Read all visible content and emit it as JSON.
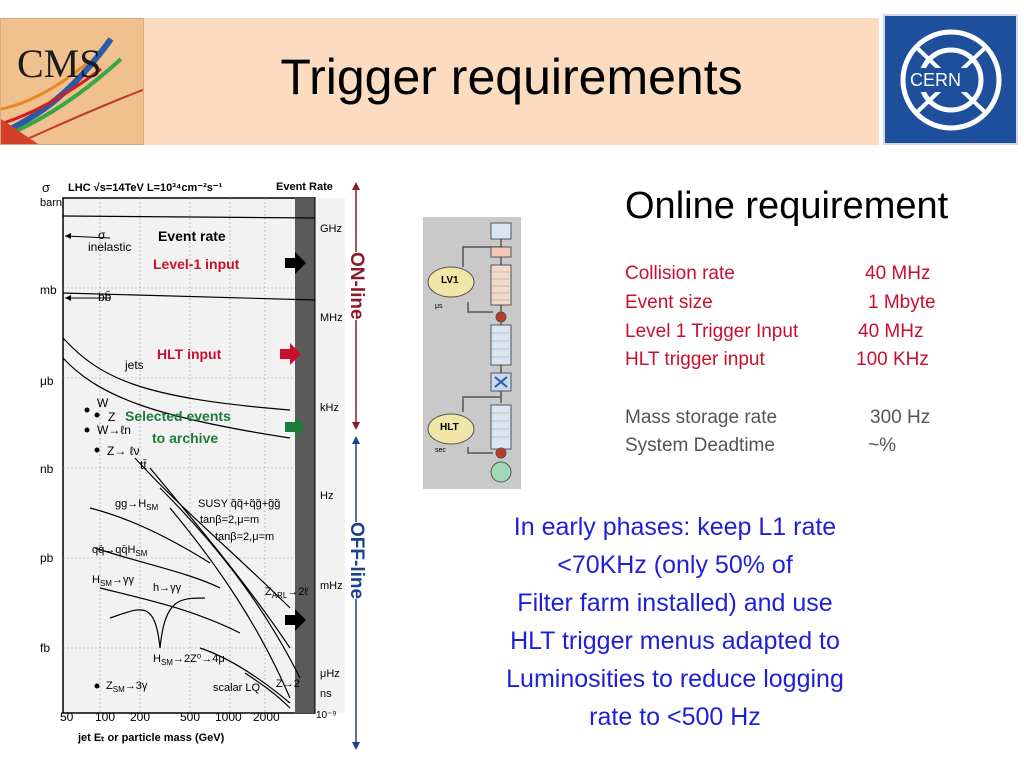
{
  "header": {
    "title": "Trigger requirements",
    "logo_left_text": "CMS",
    "logo_right_text": "CERN"
  },
  "plot": {
    "top_label": "LHC  √s=14TeV  L=10³⁴cm⁻²s⁻¹",
    "sigma_symbol": "σ",
    "sigma_unit": "barn",
    "event_rate_header": "Event Rate",
    "left_axis_labels": [
      "mb",
      "μb",
      "nb",
      "pb",
      "fb"
    ],
    "right_axis_labels": [
      "GHz",
      "MHz",
      "kHz",
      "Hz",
      "mHz",
      "μHz",
      "ns"
    ],
    "x_tick_labels": [
      "50",
      "100",
      "200",
      "500",
      "1000",
      "2000"
    ],
    "x_right_label": "10⁻⁹",
    "x_axis_label": "jet Eₜ or particle mass (GeV)",
    "annotations": {
      "event_rate": "Event rate",
      "level1": "Level-1 input",
      "hlt": "HLT input",
      "selected": "Selected events",
      "selected2": "to archive",
      "sigma_inelastic": "σ",
      "inelastic": "inelastic",
      "bb": "bb̄",
      "jets": "jets",
      "w": "W",
      "z": "Z",
      "w_ln": "W→ℓn",
      "z_lv": "Z→ ℓν",
      "tt": "tt̄",
      "gg_h": "gg→H",
      "gg_h_sub": "SM",
      "susy": "SUSY q̃q̃+q̃g̃+g̃g̃",
      "tanb1": "tanβ=2,μ=m",
      "tanb2": "tanβ=2,μ=m",
      "qq": "qq̄→qq̄H",
      "qq_sub": "SM",
      "hsm_gg": "H",
      "hsm_gg_rest": "→γγ",
      "h_gg": "h→γγ",
      "zarl": "Z",
      "zarl_sub": "ARL",
      "zarl_rest": "→2ℓ",
      "hsm_4": "H",
      "hsm_4_rest": "→2Z⁰→4μ",
      "zsm": "Z",
      "zsm_rest": "→3γ",
      "scalar": "scalar LQ",
      "zeta": "Z",
      "zeta_rest": "→2"
    },
    "online_label": "ON-line",
    "offline_label": "OFF-line"
  },
  "diagram": {
    "lv1_label": "LV1",
    "hlt_label": "HLT",
    "lv1_sub": "μs",
    "hlt_sub": "sec"
  },
  "online": {
    "heading": "Online requirement",
    "rows": [
      {
        "label": "Collision rate",
        "value": "40 MHz"
      },
      {
        "label": "Event size",
        "value": "1 Mbyte"
      },
      {
        "label": "Level 1 Trigger Input",
        "value": "40 MHz"
      },
      {
        "label": "HLT trigger input",
        "value": "100 KHz"
      }
    ],
    "rows2": [
      {
        "label": "Mass storage rate",
        "value": "300 Hz"
      },
      {
        "label": "System Deadtime",
        "value": "~%"
      }
    ]
  },
  "note_lines": [
    "In early phases: keep L1 rate",
    "<70KHz (only 50% of",
    "Filter farm installed) and use",
    "HLT trigger menus adapted to",
    "Luminosities to reduce logging",
    "rate to <500 Hz"
  ],
  "colors": {
    "title_band": "#fbdcc0",
    "red_text": "#c8102e",
    "blue_text": "#1f1fd6",
    "grey_text": "#555555",
    "online_line": "#8b1a2a",
    "offline_line": "#1e3f8a"
  }
}
